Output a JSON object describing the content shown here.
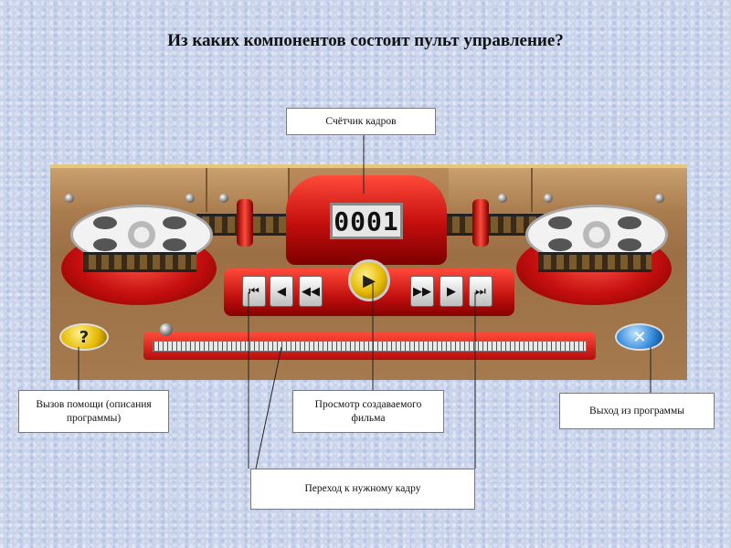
{
  "title": "Из каких компонентов состоит пульт управление?",
  "panel": {
    "counter_value": "0001",
    "buttons": {
      "to_start": "⏮",
      "step_back": "◀",
      "rewind": "◀◀",
      "play": "▶",
      "fast_forward": "▶▶",
      "step_forward": "▶",
      "to_end": "⏭"
    },
    "help_symbol": "?",
    "exit_symbol": "✕"
  },
  "callouts": {
    "frame_counter": "Счётчик кадров",
    "help": "Вызов помощи (описания программы)",
    "preview": "Просмотр создаваемого фильма",
    "exit": "Выход из программы",
    "goto_frame": "Переход к нужному кадру"
  },
  "colors": {
    "panel_red": "#c20d0d",
    "help_button": "#e5b700",
    "exit_button": "#2f86d8"
  }
}
